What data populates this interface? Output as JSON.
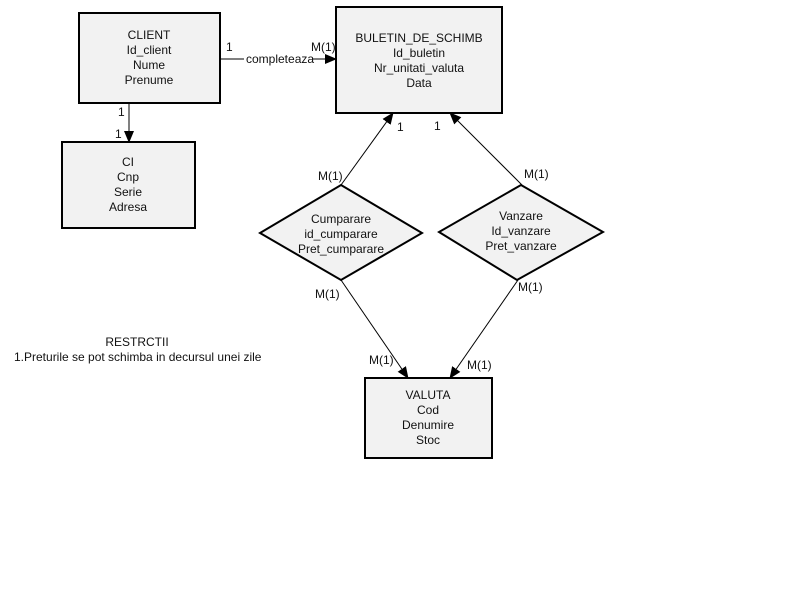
{
  "entities": {
    "client": {
      "lines": [
        "CLIENT",
        "Id_client",
        "Nume",
        "Prenume"
      ]
    },
    "buletin": {
      "lines": [
        "BULETIN_DE_SCHIMB",
        "Id_buletin",
        "Nr_unitati_valuta",
        "Data"
      ]
    },
    "ci": {
      "lines": [
        "CI",
        "Cnp",
        "Serie",
        "Adresa"
      ]
    },
    "valuta": {
      "lines": [
        "VALUTA",
        "Cod",
        "Denumire",
        "Stoc"
      ]
    }
  },
  "relationships": {
    "cumparare": {
      "lines": [
        "Cumparare",
        "id_cumparare",
        "Pret_cumparare"
      ]
    },
    "vanzare": {
      "lines": [
        "Vanzare",
        "Id_vanzare",
        "Pret_vanzare"
      ]
    }
  },
  "links": {
    "completeaza": "completeaza",
    "client_completeaza_card": "1",
    "buletin_completeaza_card": "M(1)",
    "client_ci_top_card": "1",
    "client_ci_bottom_card": "1",
    "buletin_cumparare_card": "1",
    "cumparare_buletin_card": "M(1)",
    "buletin_vanzare_card": "1",
    "vanzare_buletin_card": "M(1)",
    "cumparare_valuta_card": "M(1)",
    "valuta_cumparare_card": "M(1)",
    "vanzare_valuta_card": "M(1)",
    "valuta_vanzare_card": "M(1)"
  },
  "restrictions": {
    "title": "RESTRCTII",
    "items": [
      "1.Preturile se pot schimba in decursul unei zile"
    ]
  },
  "colors": {
    "shape_fill": "#f2f2f2",
    "stroke": "#000000"
  }
}
